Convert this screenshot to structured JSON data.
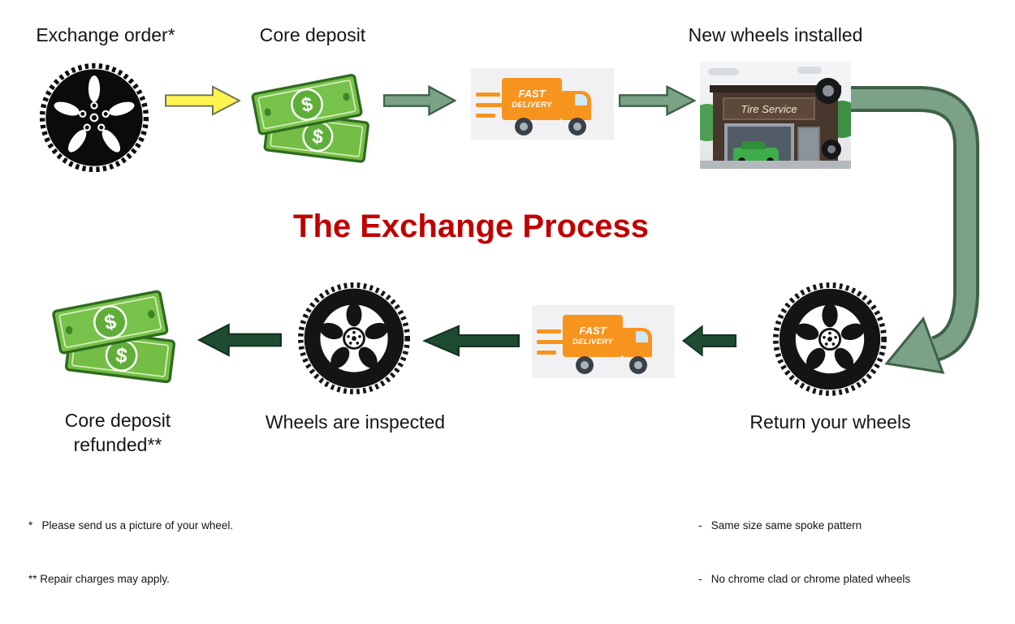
{
  "title": {
    "text": "The Exchange Process"
  },
  "steps": {
    "exchange_order": "Exchange order*",
    "core_deposit": "Core deposit",
    "new_wheels_installed": "New wheels installed",
    "return_your_wheels": "Return your wheels",
    "wheels_inspected": "Wheels are inspected",
    "refunded_line1": "Core deposit",
    "refunded_line2": "refunded**"
  },
  "truck": {
    "line1": "FAST",
    "line2": "DELIVERY"
  },
  "shop": {
    "sign": "Tire Service"
  },
  "money": {
    "symbol": "$"
  },
  "footnotes": {
    "left": [
      "*   Please send us a picture of your wheel.",
      "** Repair charges may apply."
    ],
    "right": [
      "-   Same size same spoke pattern",
      "-   No chrome clad or chrome plated wheels"
    ]
  },
  "colors": {
    "title_red": "#C00000",
    "arrow_green_fill": "#7BA287",
    "arrow_green_outline": "#3F6148",
    "arrow_dark_green": "#1E4B31",
    "arrow_yellow": "#FFF451",
    "money_green": "#74BE45",
    "truck_orange": "#F7941E"
  }
}
